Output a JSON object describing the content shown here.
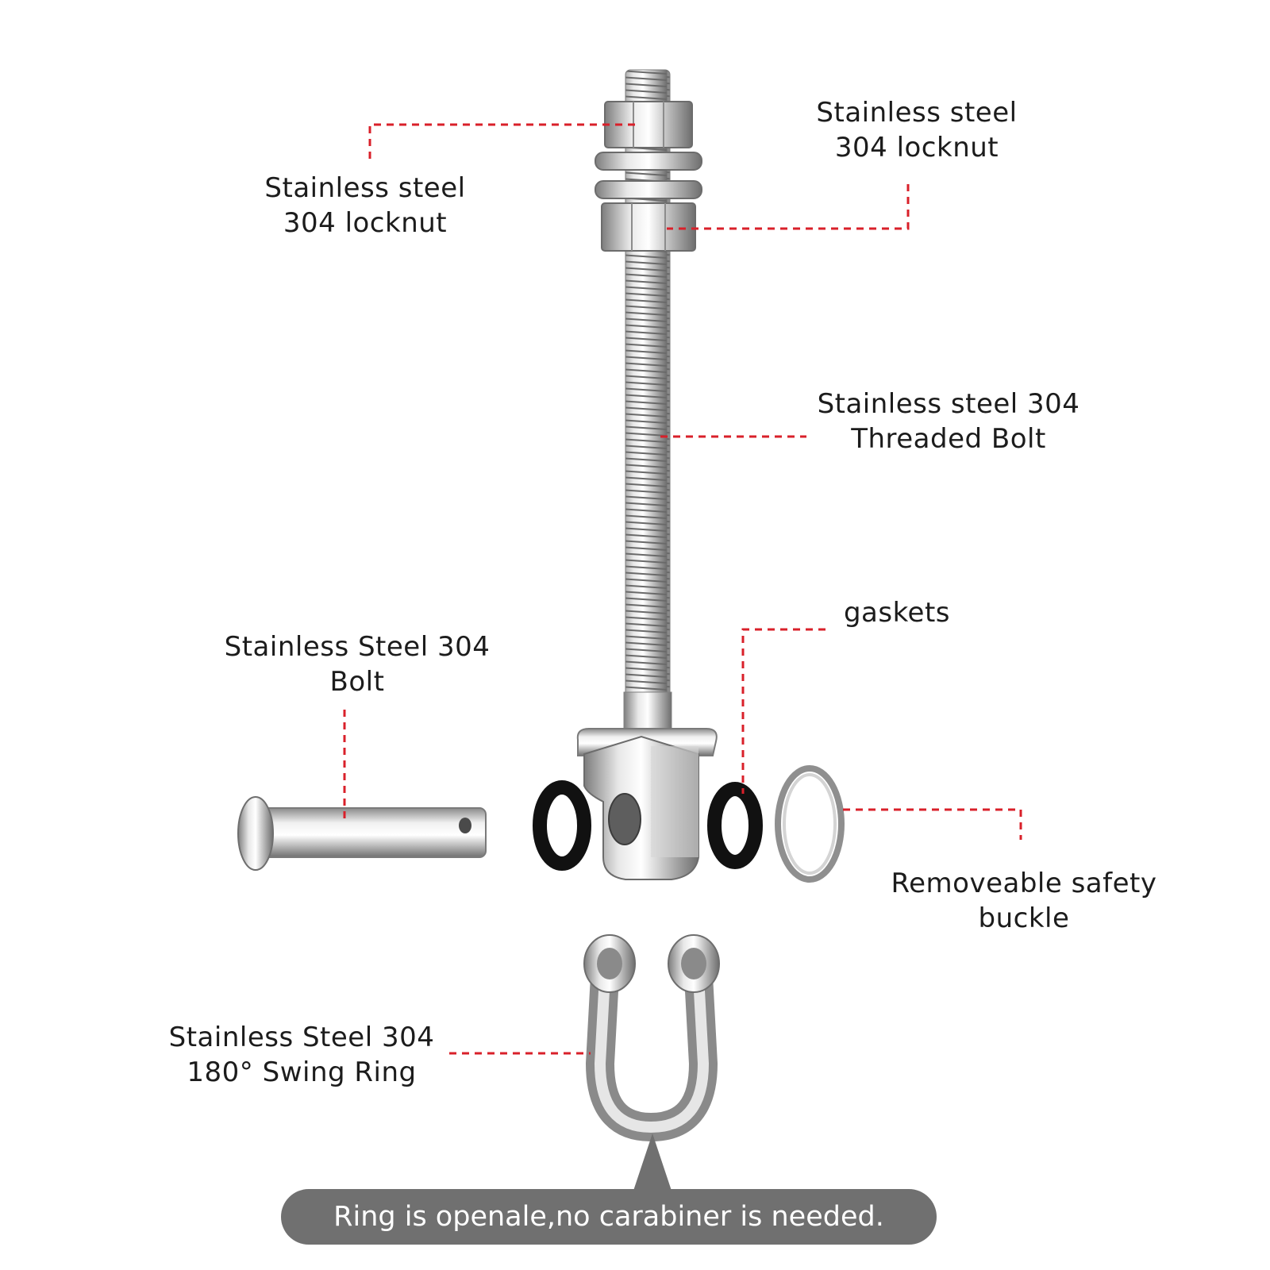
{
  "labels": {
    "locknut_upper": {
      "line1": "Stainless steel",
      "line2": "304 locknut"
    },
    "locknut_lower": {
      "line1": "Stainless steel",
      "line2": "304 locknut"
    },
    "threaded_bolt": {
      "line1": "Stainless steel 304",
      "line2": "Threaded Bolt"
    },
    "gaskets": {
      "line1": "gaskets"
    },
    "pin_bolt": {
      "line1": "Stainless Steel 304",
      "line2": "Bolt"
    },
    "safety_buckle": {
      "line1": "Removeable safety",
      "line2": "buckle"
    },
    "swing_ring": {
      "line1": "Stainless Steel 304",
      "line2": "180° Swing Ring"
    }
  },
  "callout": {
    "text": "Ring is openale,no carabiner is needed."
  },
  "colors": {
    "leader_line": "#d9202a",
    "callout_bg": "#707070",
    "steel_light": "#f2f2f2",
    "steel_dark": "#8a8a8a",
    "gasket": "#111111"
  }
}
